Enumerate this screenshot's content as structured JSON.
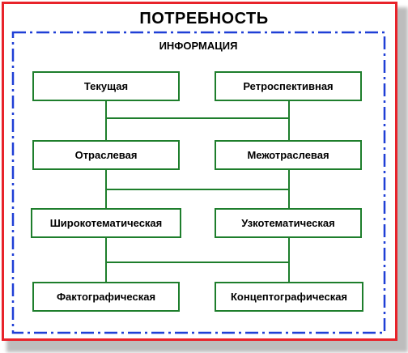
{
  "title": "ПОТРЕБНОСТЬ",
  "subtitle": "ИНФОРМАЦИЯ",
  "boxes": {
    "current": "Текущая",
    "retrospective": "Ретроспективная",
    "sectoral": "Отраслевая",
    "intersectoral": "Межотраслевая",
    "broad_thematic": "Широкотематическая",
    "narrow_thematic": "Узкотематическая",
    "factographic": "Фактографическая",
    "conceptographic": "Концептографическая"
  },
  "colors": {
    "outer_border": "#e8232a",
    "inner_border": "#1f3fd6",
    "box_border": "#1e7e2c",
    "connector": "#1e7e2c"
  }
}
